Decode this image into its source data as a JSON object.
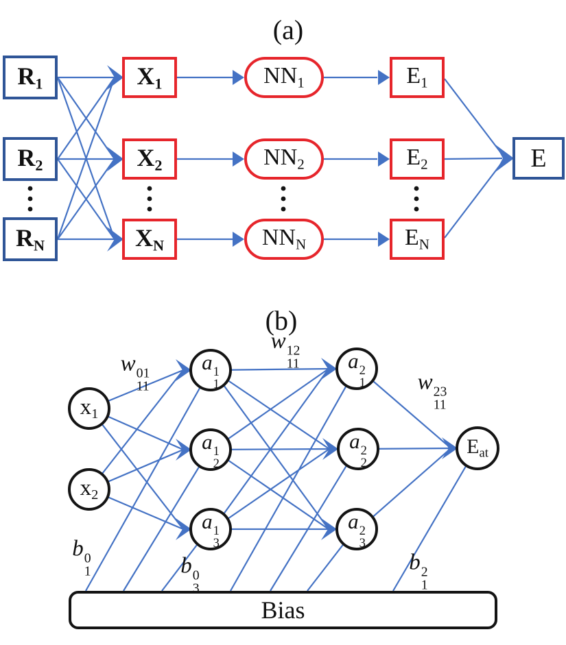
{
  "colors": {
    "node_border_blue": "#2F5597",
    "node_border_red": "#E6252B",
    "wire_blue": "#4472C4",
    "outline_black": "#141414"
  },
  "panel_a": {
    "label": "(a)",
    "rows": [
      {
        "r_base": "R",
        "r_sub": "1",
        "x_base": "X",
        "x_sub": "1",
        "nn_base": "NN",
        "nn_sub": "1",
        "e_base": "E",
        "e_sub": "1"
      },
      {
        "r_base": "R",
        "r_sub": "2",
        "x_base": "X",
        "x_sub": "2",
        "nn_base": "NN",
        "nn_sub": "2",
        "e_base": "E",
        "e_sub": "2"
      },
      {
        "r_base": "R",
        "r_sub": "N",
        "x_base": "X",
        "x_sub": "N",
        "nn_base": "NN",
        "nn_sub": "N",
        "e_base": "E",
        "e_sub": "N"
      }
    ],
    "total_energy": {
      "base": "E"
    }
  },
  "panel_b": {
    "label": "(b)",
    "inputs": [
      {
        "base": "x",
        "sub": "1"
      },
      {
        "base": "x",
        "sub": "2"
      }
    ],
    "hidden1": [
      {
        "base": "a",
        "sup": "1",
        "sub": "1"
      },
      {
        "base": "a",
        "sup": "1",
        "sub": "2"
      },
      {
        "base": "a",
        "sup": "1",
        "sub": "3"
      }
    ],
    "hidden2": [
      {
        "base": "a",
        "sup": "2",
        "sub": "1"
      },
      {
        "base": "a",
        "sup": "2",
        "sub": "2"
      },
      {
        "base": "a",
        "sup": "2",
        "sub": "3"
      }
    ],
    "output": {
      "base": "E",
      "sub": "at"
    },
    "weights": [
      {
        "base": "w",
        "sup": "01",
        "sub": "11"
      },
      {
        "base": "w",
        "sup": "12",
        "sub": "11"
      },
      {
        "base": "w",
        "sup": "23",
        "sub": "11"
      }
    ],
    "biases": [
      {
        "base": "b",
        "sup": "0",
        "sub": "1"
      },
      {
        "base": "b",
        "sup": "0",
        "sub": "3"
      },
      {
        "base": "b",
        "sup": "2",
        "sub": "1"
      }
    ],
    "bias_box_label": "Bias"
  }
}
